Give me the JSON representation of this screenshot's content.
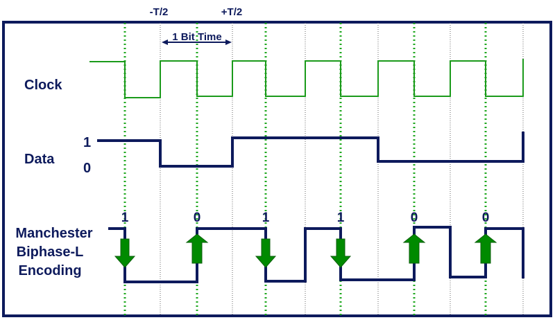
{
  "title_markers": {
    "minus": "-T/2",
    "plus": "+T/2"
  },
  "bit_time_label": "1 Bit Time",
  "rows": {
    "clock": "Clock",
    "data": "Data",
    "data_high": "1",
    "data_low": "0",
    "manchester": [
      "Manchester",
      "Biphase-L",
      "Encoding"
    ]
  },
  "bits": [
    "1",
    "0",
    "1",
    "1",
    "0",
    "0"
  ],
  "colors": {
    "frame": "#0d1a5c",
    "clock": "#1a9a1a",
    "arrow": "#008a00",
    "grid": "#1fa81f"
  }
}
